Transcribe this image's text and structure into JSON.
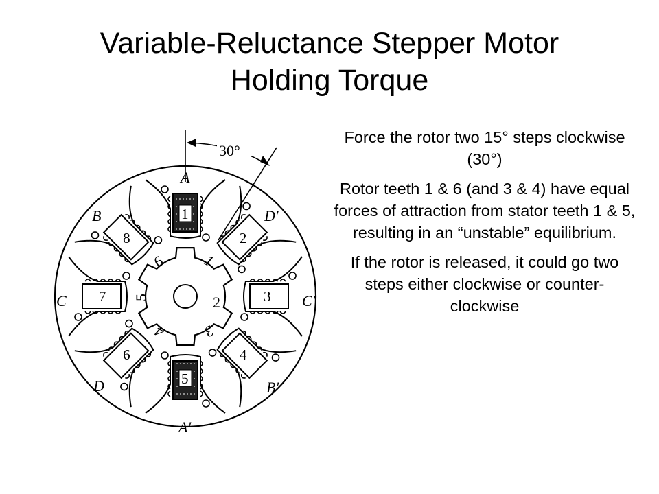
{
  "slide": {
    "title_line1": "Variable-Reluctance Stepper Motor",
    "title_line2": "Holding Torque",
    "paragraphs": [
      "Force the rotor two 15° steps clockwise (30°)",
      "Rotor teeth 1 & 6 (and 3 & 4) have equal forces of attraction from stator teeth 1 & 5, resulting in an “unstable” equilibrium.",
      "If the rotor is released, it could go two steps either clockwise or counter-clockwise"
    ]
  },
  "diagram": {
    "angle_label": "30°",
    "phase_labels": {
      "A": "A",
      "B": "B",
      "C": "C",
      "D": "D",
      "A_prime": "A′",
      "B_prime": "B′",
      "C_prime": "C′",
      "D_prime": "D′"
    },
    "stator_pole_numbers": [
      "1",
      "2",
      "3",
      "4",
      "5",
      "6",
      "7",
      "8"
    ],
    "rotor_tooth_numbers": [
      "1",
      "2",
      "3",
      "4",
      "5",
      "6"
    ]
  }
}
